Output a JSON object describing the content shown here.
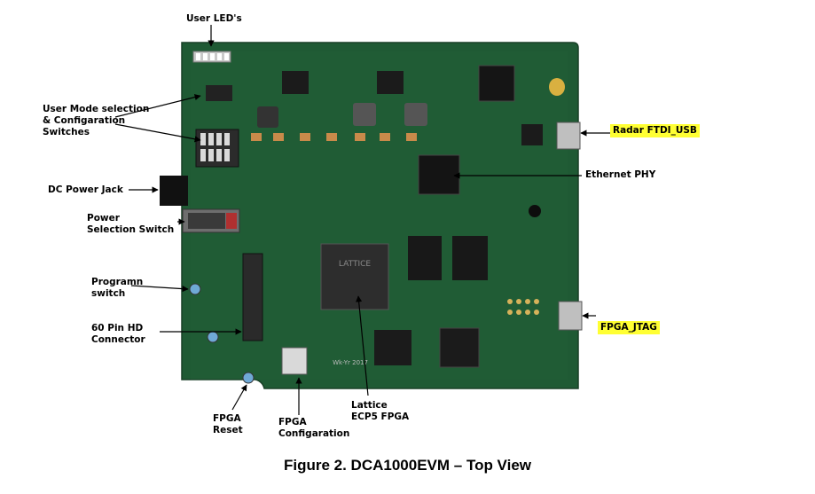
{
  "labels": {
    "user_leds": "User LED's",
    "user_mode_1": "User Mode selection",
    "user_mode_2": "& Configaration",
    "user_mode_3": "Switches",
    "dc_power_jack": "DC Power Jack",
    "power_sel_1": "Power",
    "power_sel_2": "Selection Switch",
    "programn_1": "Programn",
    "programn_2": "switch",
    "hd_conn_1": "60 Pin HD",
    "hd_conn_2": "Connector",
    "fpga_reset_1": "FPGA",
    "fpga_reset_2": "Reset",
    "fpga_config_1": "FPGA",
    "fpga_config_2": "Configaration",
    "lattice_1": "Lattice",
    "lattice_2": "ECP5 FPGA",
    "radar_ftdi": "Radar FTDI_USB",
    "ethernet_phy": "Ethernet PHY",
    "fpga_jtag": "FPGA_JTAG"
  },
  "board_marks": {
    "chip_brand": "LATTICE",
    "silk_date": "Wk-Yr 2017"
  },
  "caption": "Figure 2. DCA1000EVM – Top View",
  "colors": {
    "pcb": "#1f5a34",
    "highlight": "#ffff33"
  }
}
